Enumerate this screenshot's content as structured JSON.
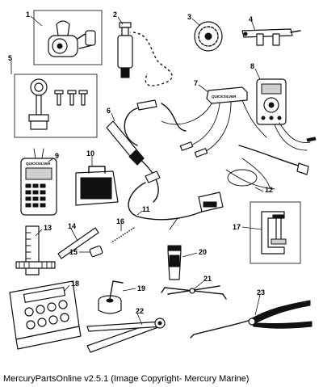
{
  "caption": "MercuryPartsOnline v2.5.1 (Image Copyright- Mercury Marine)",
  "callouts": [
    "1",
    "2",
    "3",
    "4",
    "5",
    "6",
    "7",
    "8",
    "9",
    "10",
    "11",
    "12",
    "13",
    "14",
    "15",
    "16",
    "17",
    "18",
    "19",
    "20",
    "21",
    "22",
    "23"
  ],
  "device_labels": {
    "analyzer_box": "QUICKSILVER",
    "handheld": "QUICKSILVER"
  }
}
